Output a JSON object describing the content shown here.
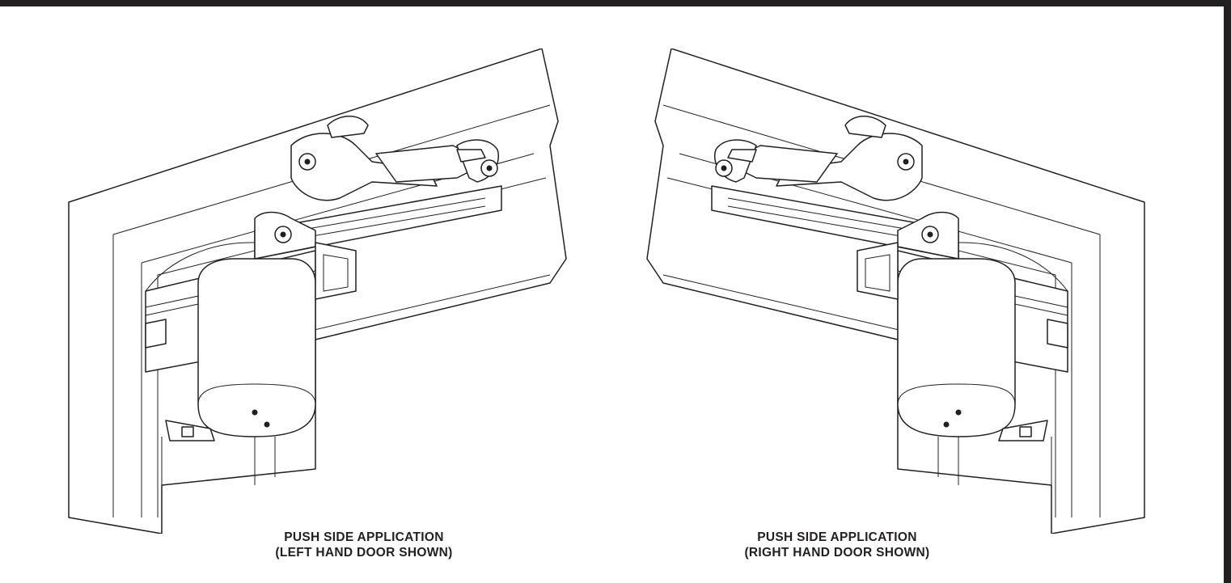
{
  "diagram": {
    "left": {
      "caption_line1": "PUSH SIDE APPLICATION",
      "caption_line2": "(LEFT HAND DOOR SHOWN)"
    },
    "right": {
      "caption_line1": "PUSH SIDE APPLICATION",
      "caption_line2": "(RIGHT HAND DOOR SHOWN)"
    }
  }
}
